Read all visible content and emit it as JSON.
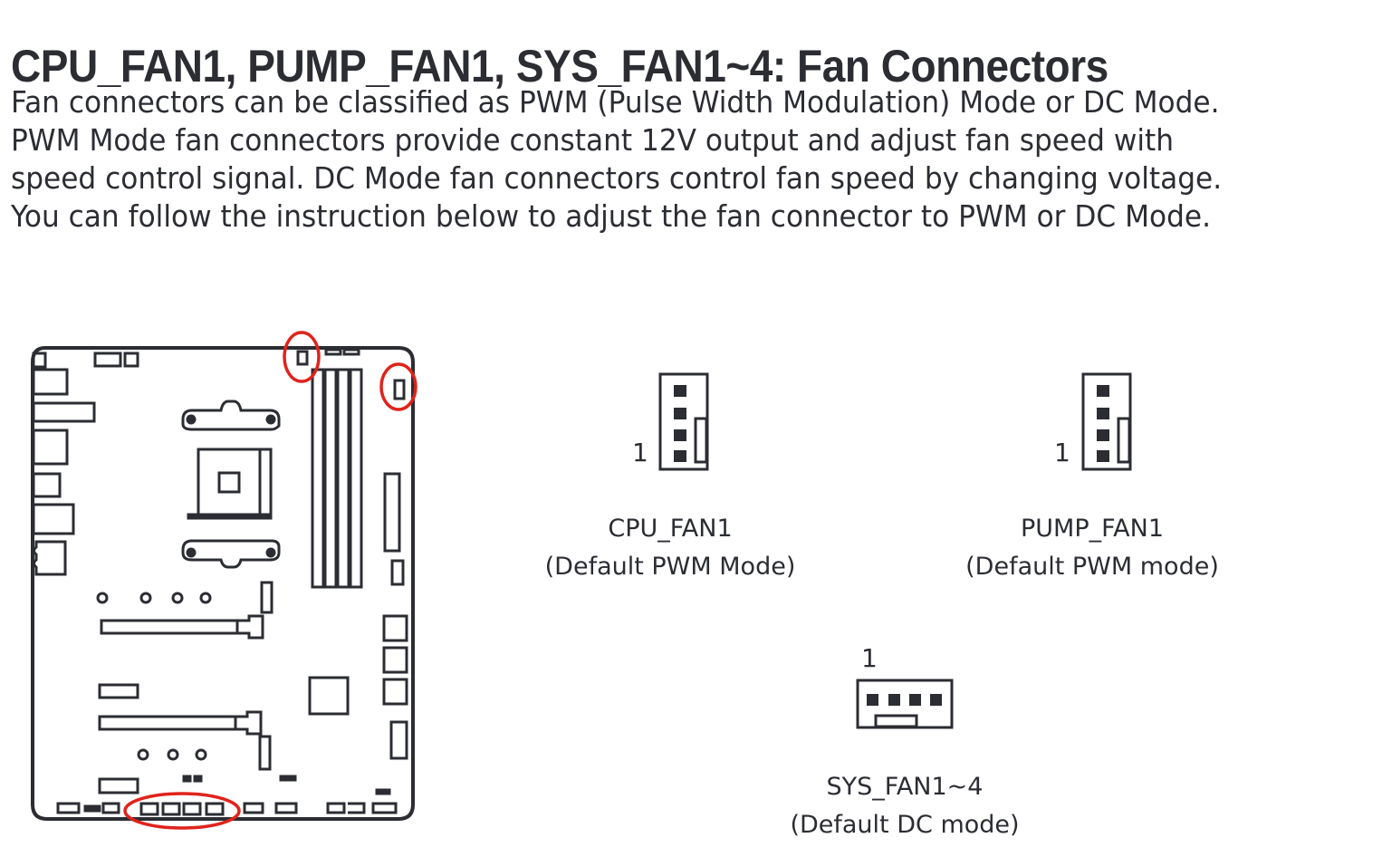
{
  "heading": {
    "title": "CPU_FAN1, PUMP_FAN1, SYS_FAN1~4: Fan Connectors"
  },
  "intro": {
    "lines": [
      "Fan connectors can be classified as PWM (Pulse Width Modulation) Mode or DC Mode.",
      "PWM Mode fan connectors provide constant 12V output and adjust fan speed with",
      "speed control signal. DC Mode fan connectors control fan speed by changing voltage.",
      "You can follow the instruction below to adjust the fan connector to PWM or DC Mode."
    ]
  },
  "diagram": {
    "highlight_color": "#e0231c",
    "line_color": "#2b2d33",
    "highlighted_locations": [
      "cpu-fan1-top",
      "pump-fan1-top-right",
      "sys-fan-bottom-row"
    ]
  },
  "connectors": [
    {
      "id": "cpu-fan1",
      "pin_label": "1",
      "name": "CPU_FAN1",
      "mode": "(Default PWM Mode)",
      "orientation": "vertical",
      "pins": 4
    },
    {
      "id": "pump-fan1",
      "pin_label": "1",
      "name": "PUMP_FAN1",
      "mode": "(Default PWM mode)",
      "orientation": "vertical",
      "pins": 4
    },
    {
      "id": "sys-fan1-4",
      "pin_label": "1",
      "name": "SYS_FAN1~4",
      "mode": "(Default DC mode)",
      "orientation": "horizontal",
      "pins": 4
    }
  ]
}
